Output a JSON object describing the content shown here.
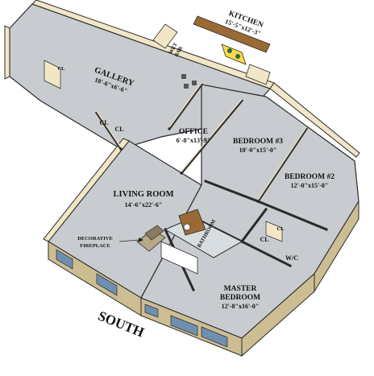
{
  "rooms": {
    "kitchen": {
      "name": "KITCHEN",
      "dims": "15'-5\"x12'-3\""
    },
    "wet_bar": {
      "line1": "WET",
      "line2": "BAR"
    },
    "gallery": {
      "name": "GALLERY",
      "dims": "18'-6\"x6'-6\""
    },
    "office": {
      "name": "OFFICE",
      "dims": "6'-8\"x13'-9\""
    },
    "bedroom3": {
      "name": "BEDROOM #3",
      "dims": "10'-0\"x15'-0\""
    },
    "bedroom2": {
      "name": "BEDROOM #2",
      "dims": "12'-0\"x15'-0\""
    },
    "living": {
      "name": "LIVING ROOM",
      "dims": "14'-6\"x22'-6\""
    },
    "master": {
      "line1": "MASTER",
      "line2": "BEDROOM",
      "dims": "12'-8\"x16'-0\""
    }
  },
  "labels": {
    "closet": "CL",
    "wic": "W/C",
    "fireplace_line1": "DECORATIVE",
    "fireplace_line2": "FIREPLACE",
    "bathroom": "BATHROOM",
    "south": "SOUTH"
  },
  "colors": {
    "floor": "#c8ccd1",
    "wall_top": "#f1e6c6",
    "wall_side": "#cdbd92",
    "outline": "#2a2a2a",
    "window": "#6f8fb0",
    "wood": "#9a6a34"
  }
}
